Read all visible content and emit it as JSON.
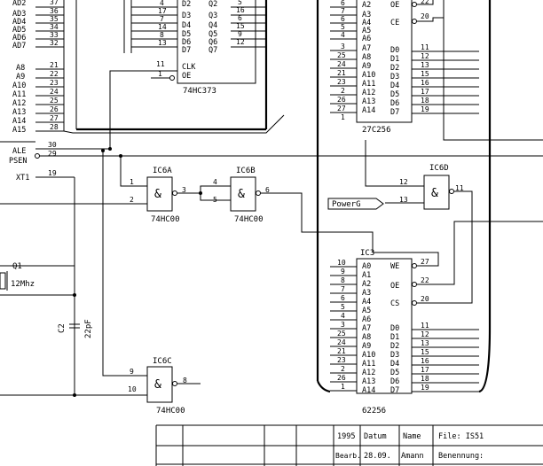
{
  "signals_left": [
    "AD2",
    "AD3",
    "AD4",
    "AD5",
    "AD6",
    "AD7",
    "A8",
    "A9",
    "A10",
    "A11",
    "A12",
    "A13",
    "A14",
    "A15",
    "ALE",
    "PSEN",
    "XT1"
  ],
  "pins_left": [
    "37",
    "36",
    "35",
    "34",
    "33",
    "32",
    "21",
    "22",
    "23",
    "24",
    "25",
    "26",
    "27",
    "28",
    "30",
    "29",
    "19"
  ],
  "latch": {
    "title": "74HC373",
    "d_labels": [
      "D2",
      "D3",
      "D4",
      "D5",
      "D6",
      "D7"
    ],
    "d_pins": [
      "4",
      "17",
      "7",
      "14",
      "8",
      "13"
    ],
    "q_labels": [
      "Q2",
      "Q3",
      "Q4",
      "Q5",
      "Q6",
      "Q7"
    ],
    "q_pins": [
      "5",
      "16",
      "6",
      "15",
      "9",
      "12"
    ],
    "clk_label": "CLK",
    "clk_pin": "11",
    "oe_label": "OE",
    "oe_pin": "1"
  },
  "rom": {
    "title": "27C256",
    "top_pins": [
      "6",
      "7",
      "6",
      "5",
      "4"
    ],
    "a_labels": [
      "A2",
      "A3",
      "A4",
      "A5",
      "A6",
      "A7",
      "A8",
      "A9",
      "A10",
      "A11",
      "A12",
      "A13",
      "A14"
    ],
    "a_pins": [
      "3",
      "25",
      "24",
      "21",
      "23",
      "2",
      "26",
      "27",
      "1"
    ],
    "ctrl_labels": [
      "OE",
      "CE"
    ],
    "ctrl_pins": [
      "22",
      "20"
    ],
    "d_labels": [
      "D0",
      "D1",
      "D2",
      "D3",
      "D4",
      "D5",
      "D6",
      "D7"
    ],
    "d_pins": [
      "11",
      "12",
      "13",
      "15",
      "16",
      "17",
      "18",
      "19"
    ]
  },
  "ram": {
    "name": "IC3",
    "title": "62256",
    "a_labels": [
      "A0",
      "A1",
      "A2",
      "A3",
      "A4",
      "A5",
      "A6",
      "A7",
      "A8",
      "A9",
      "A10",
      "A11",
      "A12",
      "A13",
      "A14"
    ],
    "a_pins": [
      "10",
      "9",
      "8",
      "7",
      "6",
      "5",
      "4",
      "3",
      "25",
      "24",
      "21",
      "23",
      "2",
      "26",
      "1"
    ],
    "ctrl_labels": [
      "WE",
      "OE",
      "CS"
    ],
    "ctrl_pins": [
      "27",
      "22",
      "20"
    ],
    "d_labels": [
      "D0",
      "D1",
      "D2",
      "D3",
      "D4",
      "D5",
      "D6",
      "D7"
    ],
    "d_pins": [
      "11",
      "12",
      "13",
      "15",
      "16",
      "17",
      "18",
      "19"
    ]
  },
  "gates": [
    {
      "name": "IC6A",
      "type": "74HC00",
      "in_pins": [
        "1",
        "2"
      ],
      "out_pin": "3"
    },
    {
      "name": "IC6B",
      "type": "74HC00",
      "in_pins": [
        "4",
        "5"
      ],
      "out_pin": "6"
    },
    {
      "name": "IC6C",
      "type": "74HC00",
      "in_pins": [
        "9",
        "10"
      ],
      "out_pin": "8"
    },
    {
      "name": "IC6D",
      "type": "74HC00",
      "in_pins": [
        "12",
        "13"
      ],
      "out_pin": "11"
    }
  ],
  "gate_symbol": "&",
  "powerg_label": "PowerG",
  "crystal": {
    "name": "Q1",
    "value": "12Mhz"
  },
  "capacitor": {
    "name": "C2",
    "value": "22pF"
  },
  "title_block": {
    "year": "1995",
    "col_date": "Datum",
    "col_name": "Name",
    "file": "File: IS51",
    "row2_label": "Bearb.",
    "row2_date": "28.09.",
    "row2_name": "Amann",
    "designation": "Benennung:"
  }
}
